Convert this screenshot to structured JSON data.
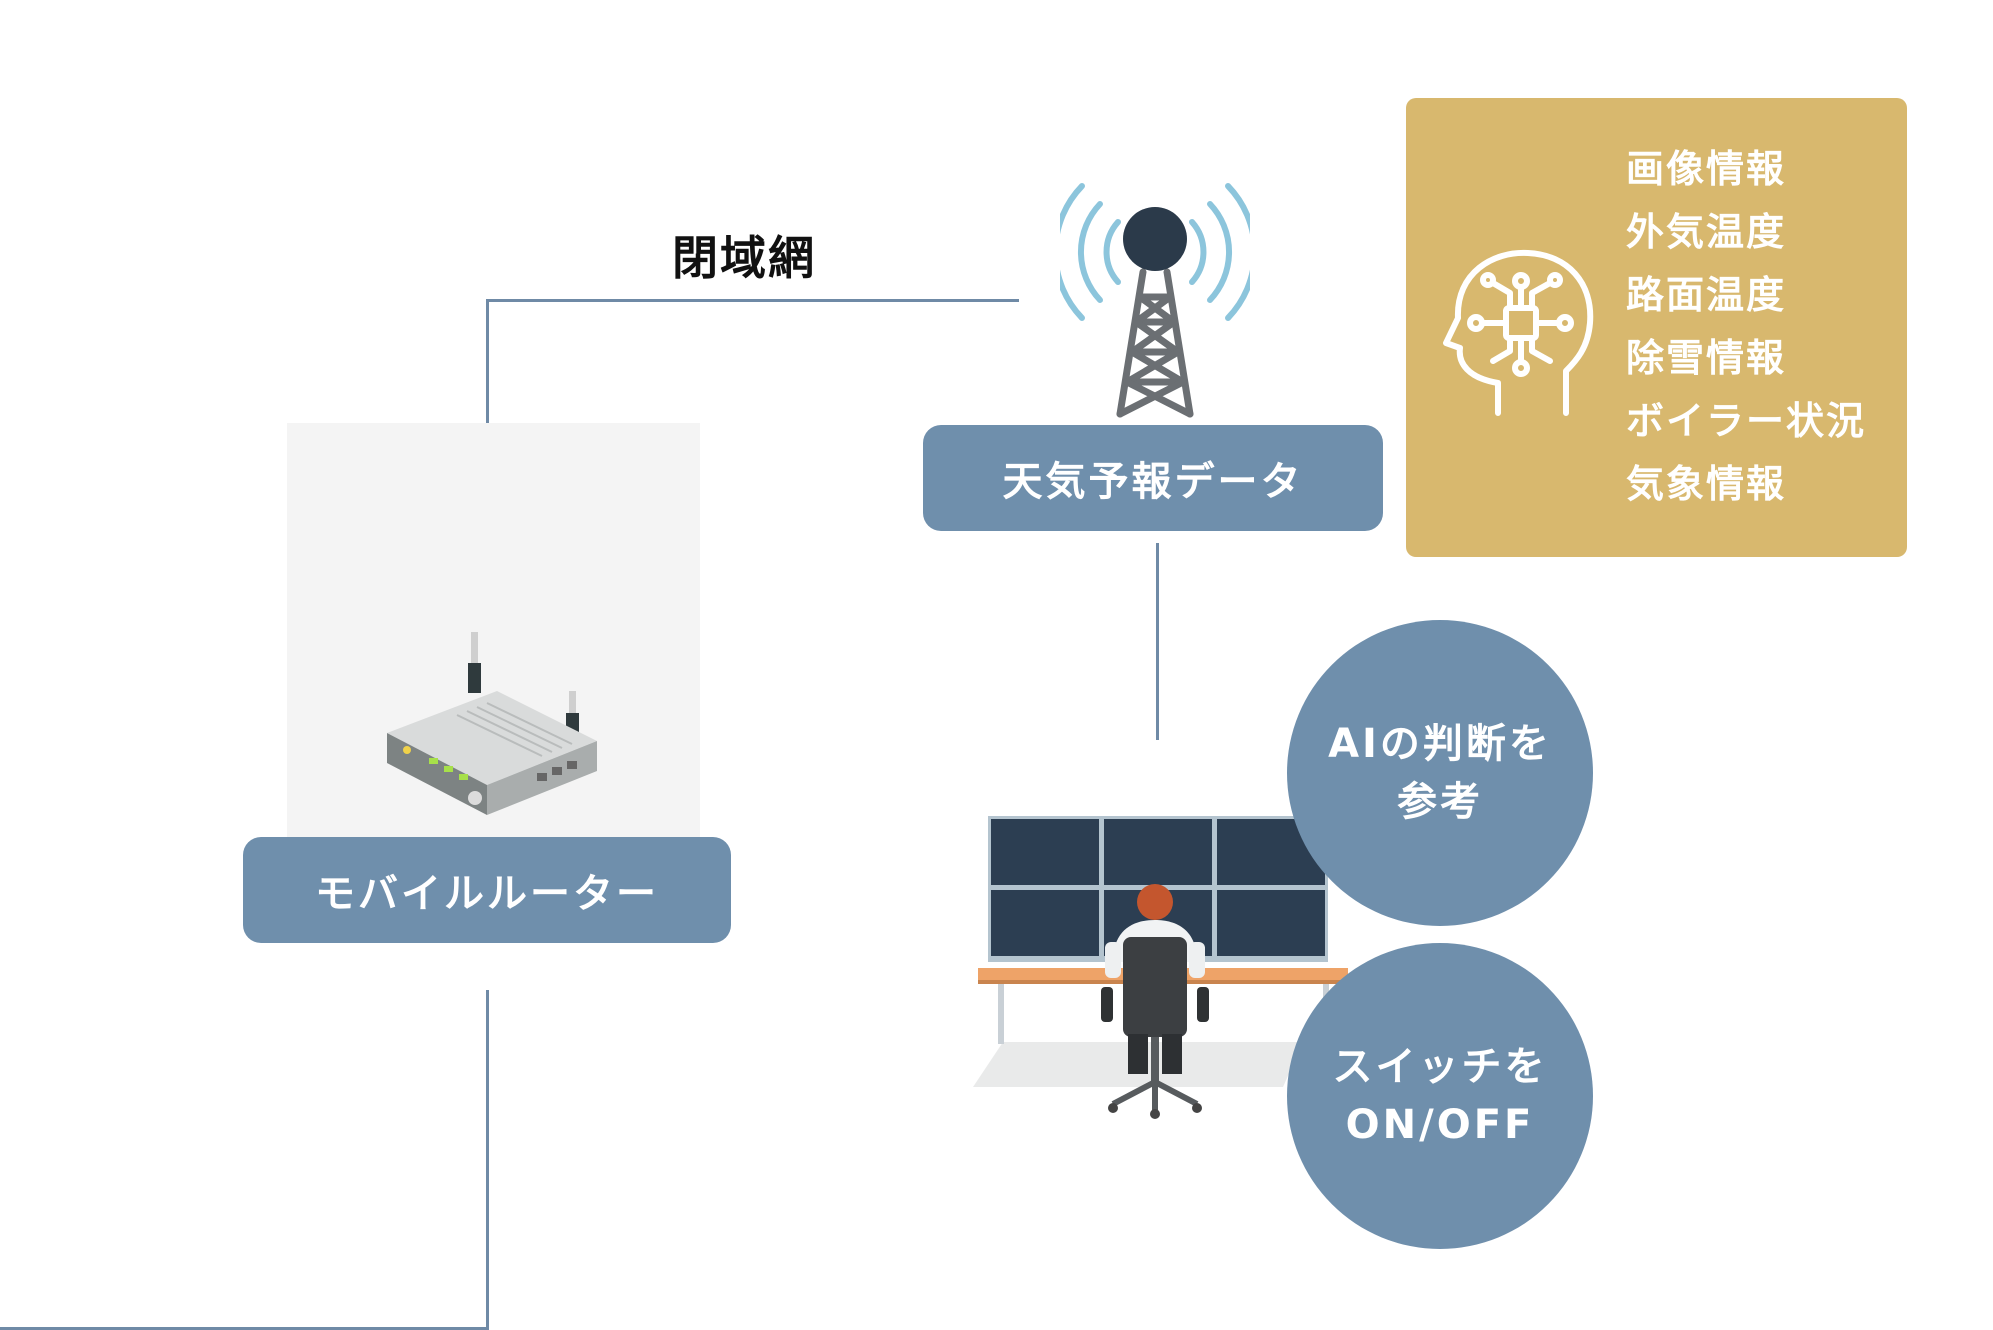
{
  "labels": {
    "network": "閉域網",
    "router": "モバイルルーター",
    "weather": "天気予報データ"
  },
  "info": {
    "items": [
      "画像情報",
      "外気温度",
      "路面温度",
      "除雪情報",
      "ボイラー状況",
      "気象情報"
    ],
    "icon": "ai-head-circuit-icon"
  },
  "actions": {
    "ai": [
      "AIの判断を",
      "参考"
    ],
    "switch": [
      "スイッチを",
      "ON/OFF"
    ]
  },
  "colors": {
    "accent": "#6f8fac",
    "gold": "#d8b86e",
    "line": "#6f8aa6"
  },
  "icons": [
    "cell-tower-icon",
    "router-icon",
    "operator-desk-icon",
    "ai-head-circuit-icon"
  ]
}
